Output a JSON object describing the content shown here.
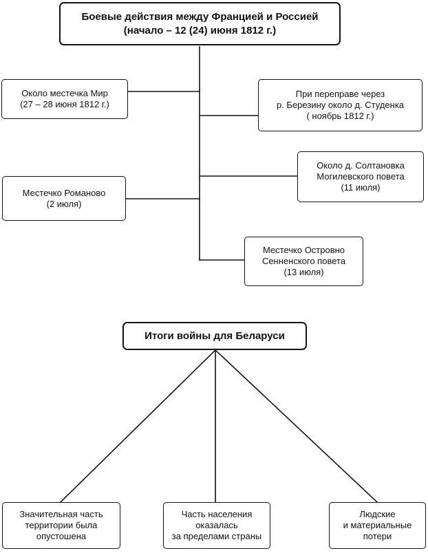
{
  "battles": {
    "title": {
      "lines": [
        "Боевые действия  между Францией и Россией",
        "(начало – 12 (24) июня 1812 г.)"
      ]
    },
    "mir": {
      "lines": [
        "Около местечка Мир",
        "(27 –  28 июня 1812 г.)"
      ]
    },
    "berezina": {
      "lines": [
        "При переправе через",
        "р. Березину около д. Студенка",
        "( ноябрь 1812 г.)"
      ]
    },
    "saltanovka": {
      "lines": [
        "Около д. Солтановка",
        "Могилевского повета",
        "(11 июля)"
      ]
    },
    "romanovo": {
      "lines": [
        "Местечко Романово",
        "(2 июля)"
      ]
    },
    "ostrovno": {
      "lines": [
        "Местечко Островно",
        "Сенненского повета",
        "(13 июля)"
      ]
    }
  },
  "results": {
    "title": {
      "lines": [
        "Итоги войны для Беларуси"
      ]
    },
    "devastated": {
      "lines": [
        "Значительная часть",
        "территории была",
        "опустошена"
      ]
    },
    "population": {
      "lines": [
        "Часть населения",
        "оказалась",
        "за пределами страны"
      ]
    },
    "losses": {
      "lines": [
        "Людские",
        "и материальные",
        "потери"
      ]
    }
  },
  "colors": {
    "stroke": "#111111",
    "background": "#ffffff"
  }
}
